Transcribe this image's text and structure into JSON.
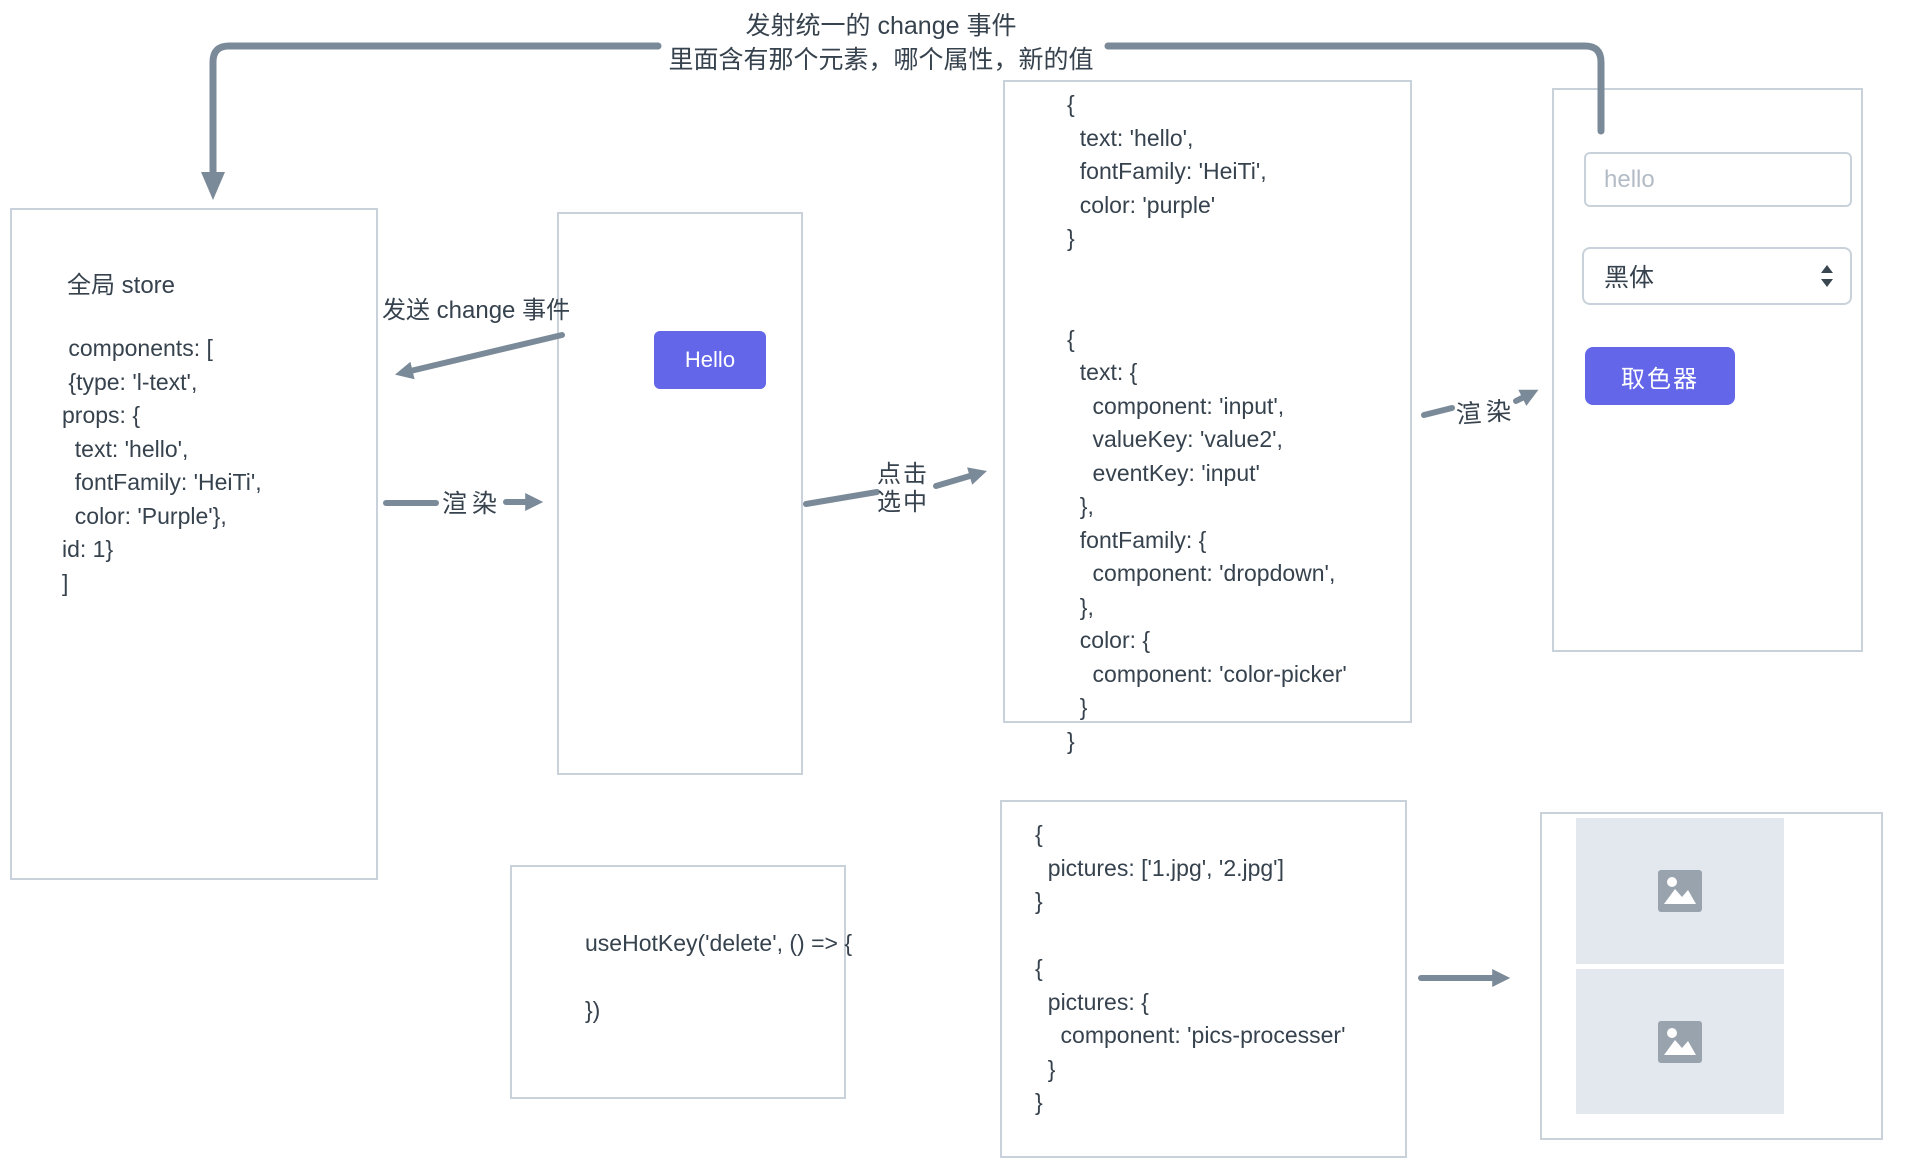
{
  "title": {
    "line1": "发射统一的 change 事件",
    "line2": "里面含有那个元素，哪个属性，新的值"
  },
  "store_box": {
    "title": "全局 store",
    "code": [
      " components: [",
      " {type: 'l-text',",
      "props: {",
      "  text: 'hello',",
      "  fontFamily: 'HeiTi',",
      "  color: 'Purple'},",
      "id: 1}",
      "]"
    ]
  },
  "canvas_box": {
    "button_label": "Hello"
  },
  "labels": {
    "send_change": "发送 change 事件",
    "render1": "渲染",
    "click_select": "点击\n选中",
    "render2": "渲染"
  },
  "schema_box": {
    "code": [
      "{",
      "  text: 'hello',",
      "  fontFamily: 'HeiTi',",
      "  color: 'purple'",
      "}",
      "",
      "",
      "{",
      "  text: {",
      "    component: 'input',",
      "    valueKey: 'value2',",
      "    eventKey: 'input'",
      "  },",
      "  fontFamily: {",
      "    component: 'dropdown',",
      "  },",
      "  color: {",
      "    component: 'color-picker'",
      "  }",
      "}"
    ]
  },
  "editor_panel": {
    "input_placeholder": "hello",
    "dropdown_value": "黑体",
    "button_label": "取色器"
  },
  "hotkey_box": {
    "code": [
      "useHotKey('delete', () => {",
      "",
      "})"
    ]
  },
  "pictures_box": {
    "code": [
      "{",
      "  pictures: ['1.jpg', '2.jpg']",
      "}",
      "",
      "{",
      "  pictures: {",
      "    component: 'pics-processer'",
      "  }",
      "}"
    ]
  },
  "preview_panel": {
    "placeholder_count": "2",
    "icon": "image-icon"
  },
  "colors": {
    "accent_indigo": "#6366e8",
    "arrow_gray": "#7b8a98",
    "box_border": "#c9d2db",
    "text_dark": "#36424d",
    "placeholder_text": "#b3bcc6",
    "image_placeholder_bg": "#e3e7ee",
    "image_icon_gray": "#99a3ae"
  }
}
